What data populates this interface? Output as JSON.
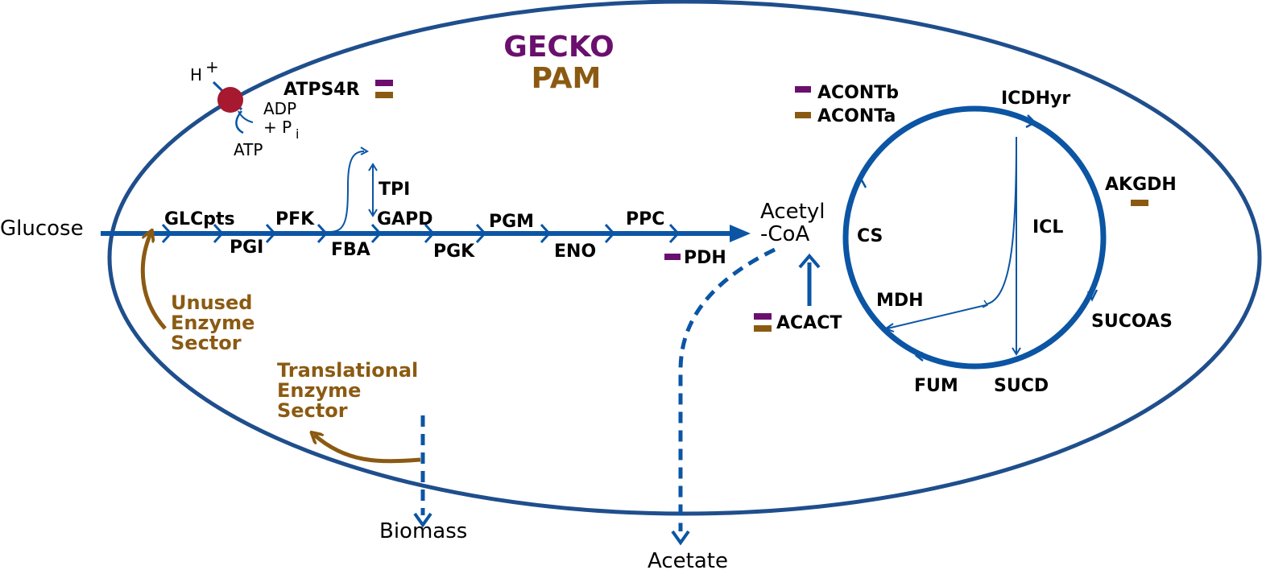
{
  "colors": {
    "cell": "#1f4e8c",
    "flux": "#0b55a4",
    "gecko": "#6b0f6e",
    "pam": "#8b5a12",
    "proton_pump": "#a6192e"
  },
  "legend": {
    "gecko": "GECKO",
    "pam": "PAM"
  },
  "metabolites": {
    "glucose": "Glucose",
    "acetyl_line1": "Acetyl",
    "acetyl_line2": "-CoA",
    "biomass": "Biomass",
    "acetate": "Acetate",
    "proton": "H",
    "proton_sup": "+",
    "adp": "ADP",
    "pi": "+ P",
    "pi_sub": "i",
    "atp": "ATP"
  },
  "enzymes": {
    "glcpts": "GLCpts",
    "pgi": "PGI",
    "pfk": "PFK",
    "fba": "FBA",
    "tpi": "TPI",
    "gapd": "GAPD",
    "pgk": "PGK",
    "pgm": "PGM",
    "eno": "ENO",
    "ppc": "PPC",
    "pdh": "PDH",
    "atps4r": "ATPS4R",
    "acontb": "ACONTb",
    "aconta": "ACONTa",
    "icdhyr": "ICDHyr",
    "akgdh": "AKGDH",
    "cs": "CS",
    "icl": "ICL",
    "mdh": "MDH",
    "sucoas": "SUCOAS",
    "fum": "FUM",
    "sucd": "SUCD",
    "acact": "ACACT"
  },
  "sectors": {
    "unused": [
      "Unused",
      "Enzyme",
      "Sector"
    ],
    "translational": [
      "Translational",
      "Enzyme",
      "Sector"
    ]
  },
  "marker_legend": {
    "atps4r": [
      "gecko",
      "pam"
    ],
    "acontb": [
      "gecko"
    ],
    "aconta": [
      "pam"
    ],
    "akgdh": [
      "pam"
    ],
    "pdh": [
      "gecko"
    ],
    "acact": [
      "gecko",
      "pam"
    ]
  }
}
